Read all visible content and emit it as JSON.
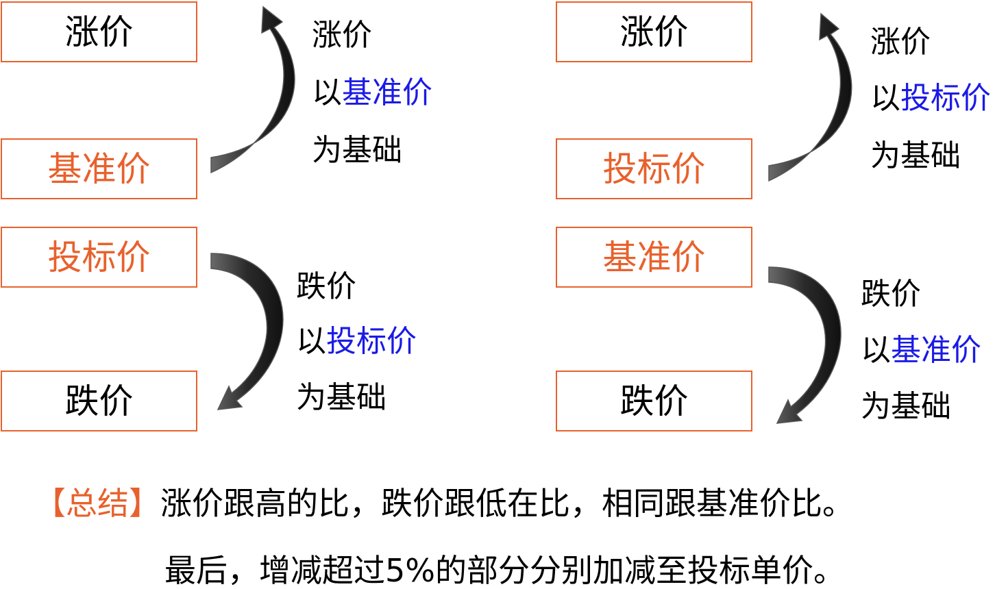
{
  "left_top": {
    "top_box": "涨价",
    "bottom_box": "基准价",
    "annotation": {
      "l1": "涨价",
      "l2_pre": "以",
      "l2_hl": "基准价",
      "l3": "为基础"
    }
  },
  "left_bottom": {
    "top_box": "投标价",
    "bottom_box": "跌价",
    "annotation": {
      "l1": "跌价",
      "l2_pre": "以",
      "l2_hl": "投标价",
      "l3": "为基础"
    }
  },
  "right_top": {
    "top_box": "涨价",
    "bottom_box": "投标价",
    "annotation": {
      "l1": "涨价",
      "l2_pre": "以",
      "l2_hl": "投标价",
      "l3": "为基础"
    }
  },
  "right_bottom": {
    "top_box": "基准价",
    "bottom_box": "跌价",
    "annotation": {
      "l1": "跌价",
      "l2_pre": "以",
      "l2_hl": "基准价",
      "l3": "为基础"
    }
  },
  "summary": {
    "tag": "【总结】",
    "line1": "涨价跟高的比，跌价跟低在比，相同跟基准价比。",
    "line2": "最后，增减超过5%的部分分别加减至投标单价。"
  },
  "colors": {
    "border": "#e8612c",
    "orange_text": "#e8612c",
    "blue_text": "#1a1ae6",
    "arrow": "#333333"
  }
}
